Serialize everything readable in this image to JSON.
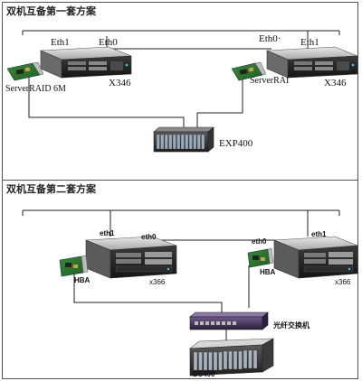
{
  "scheme1": {
    "title": "双机互备第一套方案",
    "left_server": {
      "name": "X346",
      "eth1": "Eth1",
      "eth0": "Eth0",
      "card": "ServerRAID 6M"
    },
    "right_server": {
      "name": "X346",
      "eth1": "Eth1",
      "eth0": "Eth0·",
      "card": "ServerRAI"
    },
    "storage": "EXP400"
  },
  "scheme2": {
    "title": "双机互备第二套方案",
    "left_server": {
      "name": "x366",
      "eth1": "eth1",
      "eth0": "eth0",
      "card": "HBA"
    },
    "right_server": {
      "name": "x366",
      "eth1": "eth1",
      "eth0": "eth0",
      "card": "HBA"
    },
    "switch": "光纤交换机",
    "storage": "DS400"
  }
}
